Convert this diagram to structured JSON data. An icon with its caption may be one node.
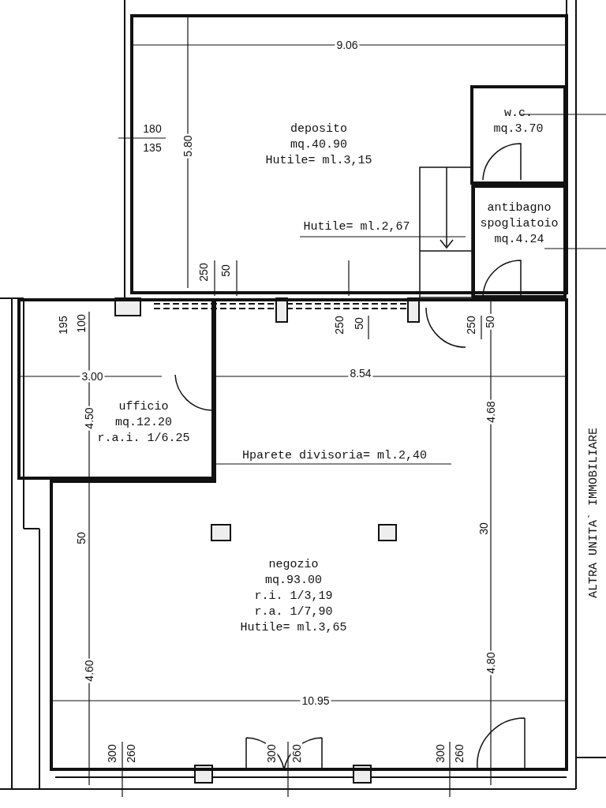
{
  "diagram": {
    "nodes": [
      {
        "text": [
          "deposito",
          "mq.40.90",
          "Hutile= ml.3,15"
        ]
      },
      {
        "text": [
          "w.c.",
          "mq.3.70"
        ],
        "in": 0
      },
      {
        "text": [
          "antibagno spogliatoio",
          "mq.4.24"
        ],
        "in": 0
      },
      {
        "text": [
          "ufficio",
          "mq.12.20",
          "r.a.i. 1/6.25"
        ]
      },
      {
        "text": [
          "negozio",
          "mq.93.00",
          "r.i. 1/3,19",
          "r.a. 1/7,90",
          "Hutile= ml.3,65"
        ]
      }
    ],
    "labels": [
      "9.06",
      "180",
      "135",
      "5.80",
      "Hutile= ml.2,67",
      "250",
      "50",
      "250",
      "50",
      "250",
      "50",
      "195",
      "100",
      "3.00",
      "8.54",
      "4.50",
      "4.68",
      "Hparete divisoria= ml.2,40",
      "50",
      "30",
      "ALTRA UNITA` IMMOBILIARE",
      "4.60",
      "4.80",
      "10.95",
      "300",
      "260",
      "300",
      "260",
      "300",
      "260"
    ]
  }
}
